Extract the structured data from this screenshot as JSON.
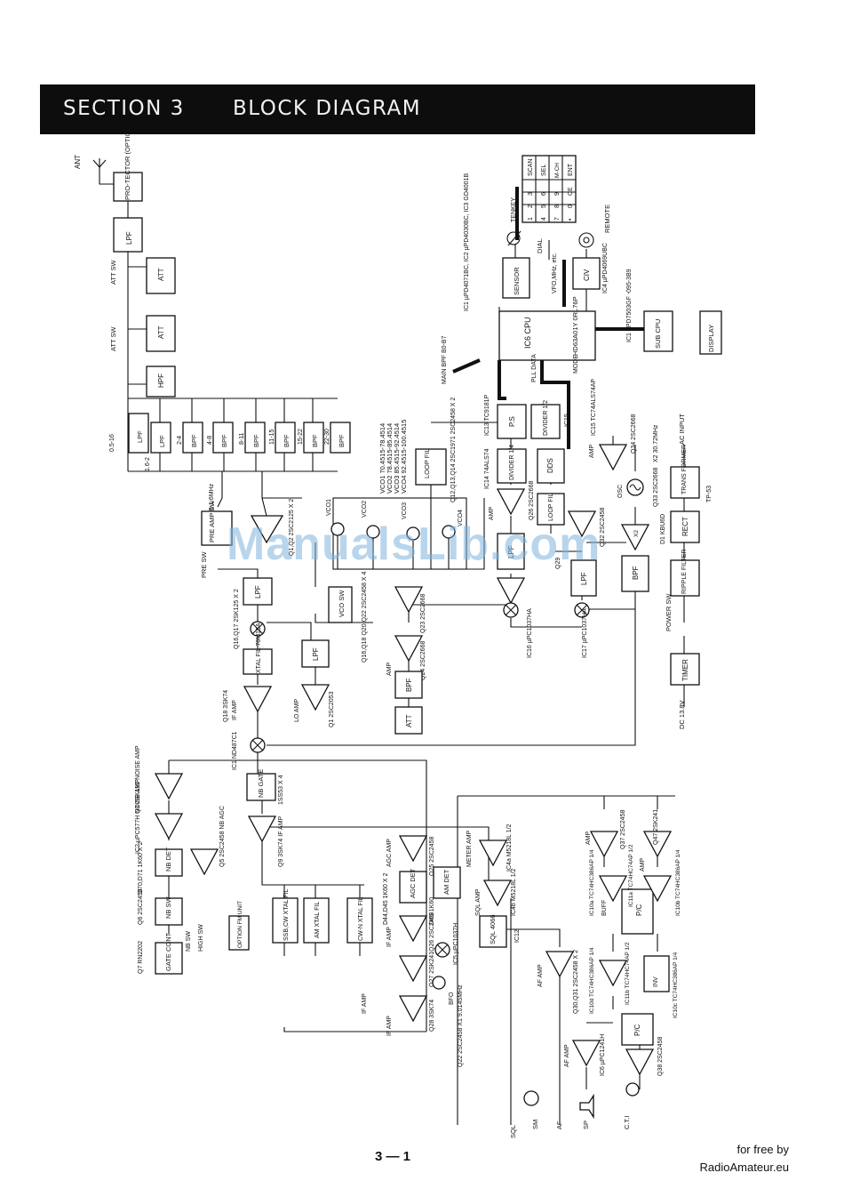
{
  "header": {
    "section": "SECTION 3",
    "title": "BLOCK DIAGRAM"
  },
  "footer": {
    "page_number": "3 — 1",
    "credit_line1": "for free by",
    "credit_line2": "RadioAmateur.eu"
  },
  "watermark": "ManualsLib.com",
  "antenna": {
    "ant": "ANT",
    "protector": "PRO-TECTOR (OPTION)"
  },
  "front": {
    "lpf": "LPF",
    "att_sw": "ATT SW",
    "att": "ATT",
    "hpf": "HPF",
    "filters": [
      {
        "range": "0.5-16",
        "type": "LPF"
      },
      {
        "range": "1.6-2",
        "type": "LPF"
      },
      {
        "range": "2-4",
        "type": "BPF"
      },
      {
        "range": "4-8",
        "type": "BPF"
      },
      {
        "range": "8-11",
        "type": "BPF"
      },
      {
        "range": "11-15",
        "type": "BPF"
      },
      {
        "range": "15-22",
        "type": "BPF"
      },
      {
        "range": "22-30",
        "type": "BPF"
      }
    ],
    "band": "0.5-1.6MHz",
    "pre_amp_sw": "PRE AMP SW",
    "pre_sw": "PRE SW",
    "q1q2": "Q1,Q2 2SC2125 X 2",
    "amp": "AMP"
  },
  "rx1": {
    "lpf": "LPF",
    "mixer": "Q16,Q17 2SK125 X 2",
    "xtal": "XTAL FIL 70M15A",
    "if_amp": "IF AMP",
    "q18": "Q18 3SK74",
    "lo_amp": "LO AMP",
    "q1lo": "Q1 2SC2053",
    "ic1": "IC1 ND487C1"
  },
  "vco": {
    "label": "VCO SW",
    "q": "Q16,Q18 Q20,Q22 2SC2458 X 4",
    "vcos": [
      "VCO1",
      "VCO2",
      "VCO3",
      "VCO4"
    ],
    "list": [
      "VCO1 70.4515-78.4514",
      "VCO2 78.4515-85.4514",
      "VCO3 85.4515-92.4514",
      "VCO4 92.4515-100.4515"
    ],
    "amp": "AMP",
    "q23": "Q23 2SC2668",
    "q24": "Q24 2SC2668",
    "bpf": "BPF",
    "att": "ATT",
    "lpf": "LPF"
  },
  "pll": {
    "loop_fil": "LOOP FIL",
    "q12": "Q12,Q13,Q14 2SC1971 2SC2458 X 2",
    "ps": "P.S",
    "ic13": "IC13 TC9181P",
    "divider12": "DIVIDER 1/2",
    "ic15": "IC15",
    "divider14": "DIVIDER 1/4",
    "ic14": "IC14 74ALS74",
    "dds": "DDS",
    "loop_fil2": "LOOP FIL",
    "q26": "Q26 2SC2668",
    "amp": "AMP",
    "ic15b": "IC15 TC74ALS74AP",
    "q32": "Q32 2SC2458",
    "lpf": "LPF",
    "bpf": "BPF",
    "x2": "X2",
    "ic16": "IC16 µPC1037HA",
    "ic17": "IC17 µPC1037HA",
    "q29": "Q29",
    "osc": "OSC",
    "q33": "Q33 2SC2668",
    "x2b": "X2 30.72MHz",
    "q34": "Q34 2SC2668",
    "amp2": "AMP"
  },
  "cpu": {
    "cpu_box": "IC6 CPU",
    "cpu_part": "HD63A01Y 0RL76P",
    "sensor": "SENSOR",
    "dial": "DIAL",
    "ic1": "IC1 µPD4071BC, IC2 µPD4030BC, IC3 GD4001B",
    "civ": "CIV",
    "ic4": "IC4 µPD4069UBC",
    "remote": "REMOTE",
    "vfo": "VFO,MHz, etc.",
    "subcpu": "SUB CPU",
    "ic1b": "IC1 µPD7503GF -095-3B9",
    "display": "DISPLAY",
    "pll_data": "PLL DATA",
    "mode": "MODE",
    "main_bpf": "MAIN BPF B0-B7",
    "tenkey": "TENKEY",
    "keys": [
      [
        "1",
        "2",
        "3",
        "SCAN"
      ],
      [
        "4",
        "5",
        "6",
        "SEL"
      ],
      [
        "7",
        "8",
        "9",
        "M-CH"
      ],
      [
        "•",
        "0",
        "CE",
        "ENT"
      ]
    ]
  },
  "power": {
    "ac": "AC INPUT",
    "transformer": "TRANS FORMER",
    "tp": "TP-53",
    "rect": "RECT",
    "d1": "D1 KBU6D",
    "ripple": "RIPPLE FILTER",
    "power_sw": "POWER SW",
    "timer": "TIMER",
    "dc": "DC 13.8V"
  },
  "nb": {
    "q3": "Q3 2SK192 NOISE AMP",
    "ic2": "IC2 µPC577H NOISE AMP",
    "nb_gate": "NB GATE",
    "q5": "Q5 2SC2458 NB AGC",
    "d70": "D70,D71 1K60 X 2",
    "nb_det": "NB DET",
    "q6": "Q6 2SC2458",
    "nb_sw": "NB SW",
    "high_sw": "HIGH SW",
    "nbsw2": "NB SW",
    "q7": "Q7 RN2202",
    "gate_cont": "GATE CONT",
    "option": "OPTION FM UNIT",
    "q9": "Q9 3SK74 IF AMP",
    "diodes": "1SS53 X 4",
    "ssb": "SSB,CW XTAL FIL",
    "am": "AM XTAL FIL",
    "cwn": "CW-N XTAL FIL"
  },
  "if2": {
    "agc_amp": "AGC AMP",
    "q25": "Q25 2SC2458",
    "agc_det": "AGC DET",
    "d44": "D44,D45 1K60 X 2",
    "am_det": "AM DET",
    "d46": "D46 1K60",
    "if_amp": "IF AMP",
    "q26": "Q26 2SC2458",
    "q27": "Q27 2SK241",
    "q28": "Q28 3SK74",
    "if_amp3": "IF AMP",
    "bfo": "BFO",
    "q22": "Q22 2SC2458 X1 9.0145MHz",
    "ic5": "IC5 µPC1037H",
    "sql": "SQL 4066",
    "ic12": "IC12",
    "meter_amp": "METER AMP",
    "ic4a": "IC4a M5218L 1/2",
    "sql_amp": "SQL AMP",
    "ic4b": "IC4b M5218L 1/2",
    "af_amp": "AF AMP",
    "q30": "Q30,Q31 2SC2458 X 2"
  },
  "tone": {
    "amp1": "AMP",
    "q37": "Q37 2SC2458",
    "amp2": "AMP",
    "q47": "Q47 2SK241",
    "ic10a": "IC10a TC74HC386AP 1/4",
    "buff": "BUFF",
    "ic11a": "IC11a TC74HC74AP 1/2",
    "pc": "P/C",
    "ic10b": "IC10b TC74HC386AP 1/4",
    "ic11b": "IC11b TC74HC74AP 1/2",
    "ic10d": "IC10d TC74HC386AP 1/4",
    "inv": "INV",
    "ic10c": "IC10c TC74HC386AP 1/4",
    "af_amp": "AF AMP",
    "ic6": "IC6 µPC1241H",
    "q38": "Q38 2SC2458",
    "cti": "C.T.I"
  },
  "outputs": {
    "sql": "SQL",
    "sm": "SM",
    "af": "AF",
    "sp": "SP"
  }
}
